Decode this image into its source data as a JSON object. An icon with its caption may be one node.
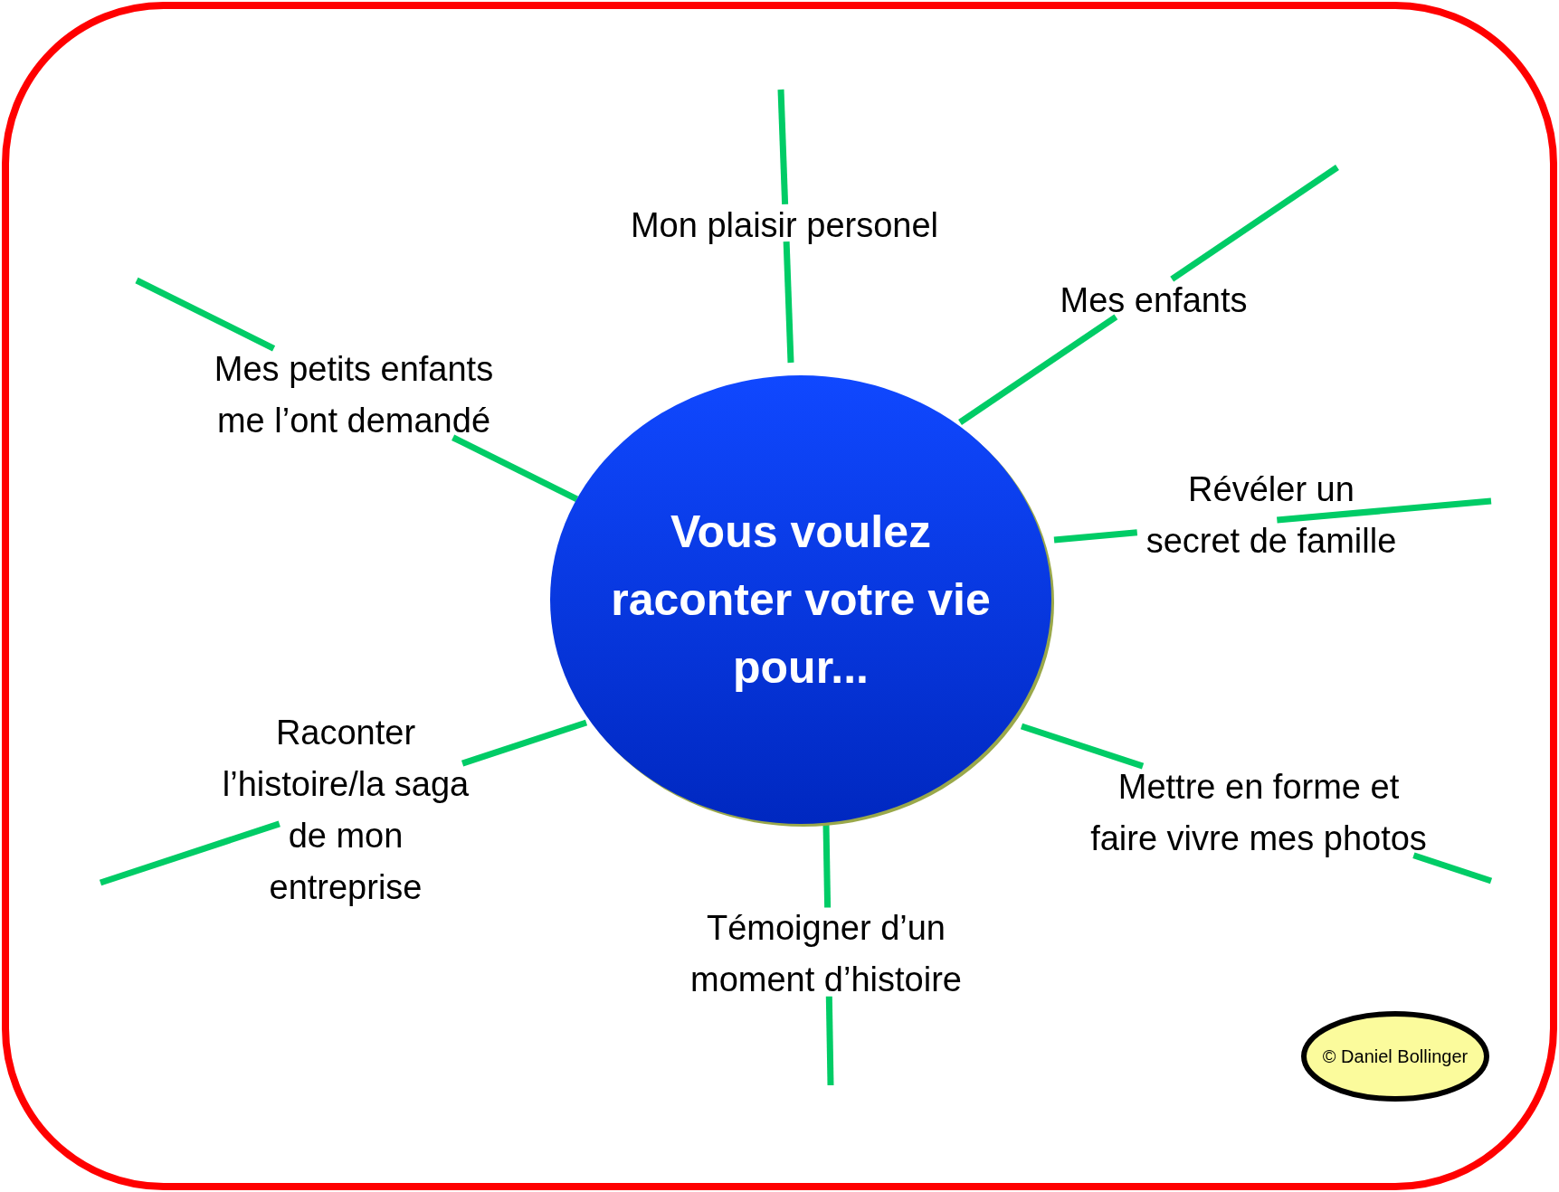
{
  "diagram": {
    "nodes": [
      {
        "text": [
          "Vous voulez raconter votre vie pour..."
        ]
      },
      {
        "text": [
          "Mon plaisir personel"
        ]
      },
      {
        "text": [
          "Mes enfants"
        ]
      },
      {
        "text": [
          "Mes petits enfants me l’ont demandé"
        ]
      },
      {
        "text": [
          "Révéler un secret de famille"
        ]
      },
      {
        "text": [
          "Raconter l’histoire/la saga de mon entreprise"
        ]
      },
      {
        "text": [
          "Mettre en forme et faire vivre mes photos"
        ]
      },
      {
        "text": [
          "Témoigner d’un moment d’histoire"
        ]
      },
      {
        "text": [
          "© Daniel Bollinger"
        ]
      }
    ],
    "edges": [
      {
        "from": 0,
        "to": 1,
        "arrow": "none"
      },
      {
        "from": 1,
        "to": null,
        "arrow": "none"
      },
      {
        "from": 0,
        "to": 2,
        "arrow": "none"
      },
      {
        "from": 2,
        "to": null,
        "arrow": "none"
      },
      {
        "from": 0,
        "to": 3,
        "arrow": "none"
      },
      {
        "from": 3,
        "to": null,
        "arrow": "none"
      },
      {
        "from": 0,
        "to": 4,
        "arrow": "none"
      },
      {
        "from": 4,
        "to": null,
        "arrow": "none"
      },
      {
        "from": 0,
        "to": 5,
        "arrow": "none"
      },
      {
        "from": 5,
        "to": null,
        "arrow": "none"
      },
      {
        "from": 0,
        "to": 6,
        "arrow": "none"
      },
      {
        "from": 6,
        "to": null,
        "arrow": "none"
      },
      {
        "from": 0,
        "to": 7,
        "arrow": "none"
      },
      {
        "from": 7,
        "to": null,
        "arrow": "none"
      }
    ]
  }
}
